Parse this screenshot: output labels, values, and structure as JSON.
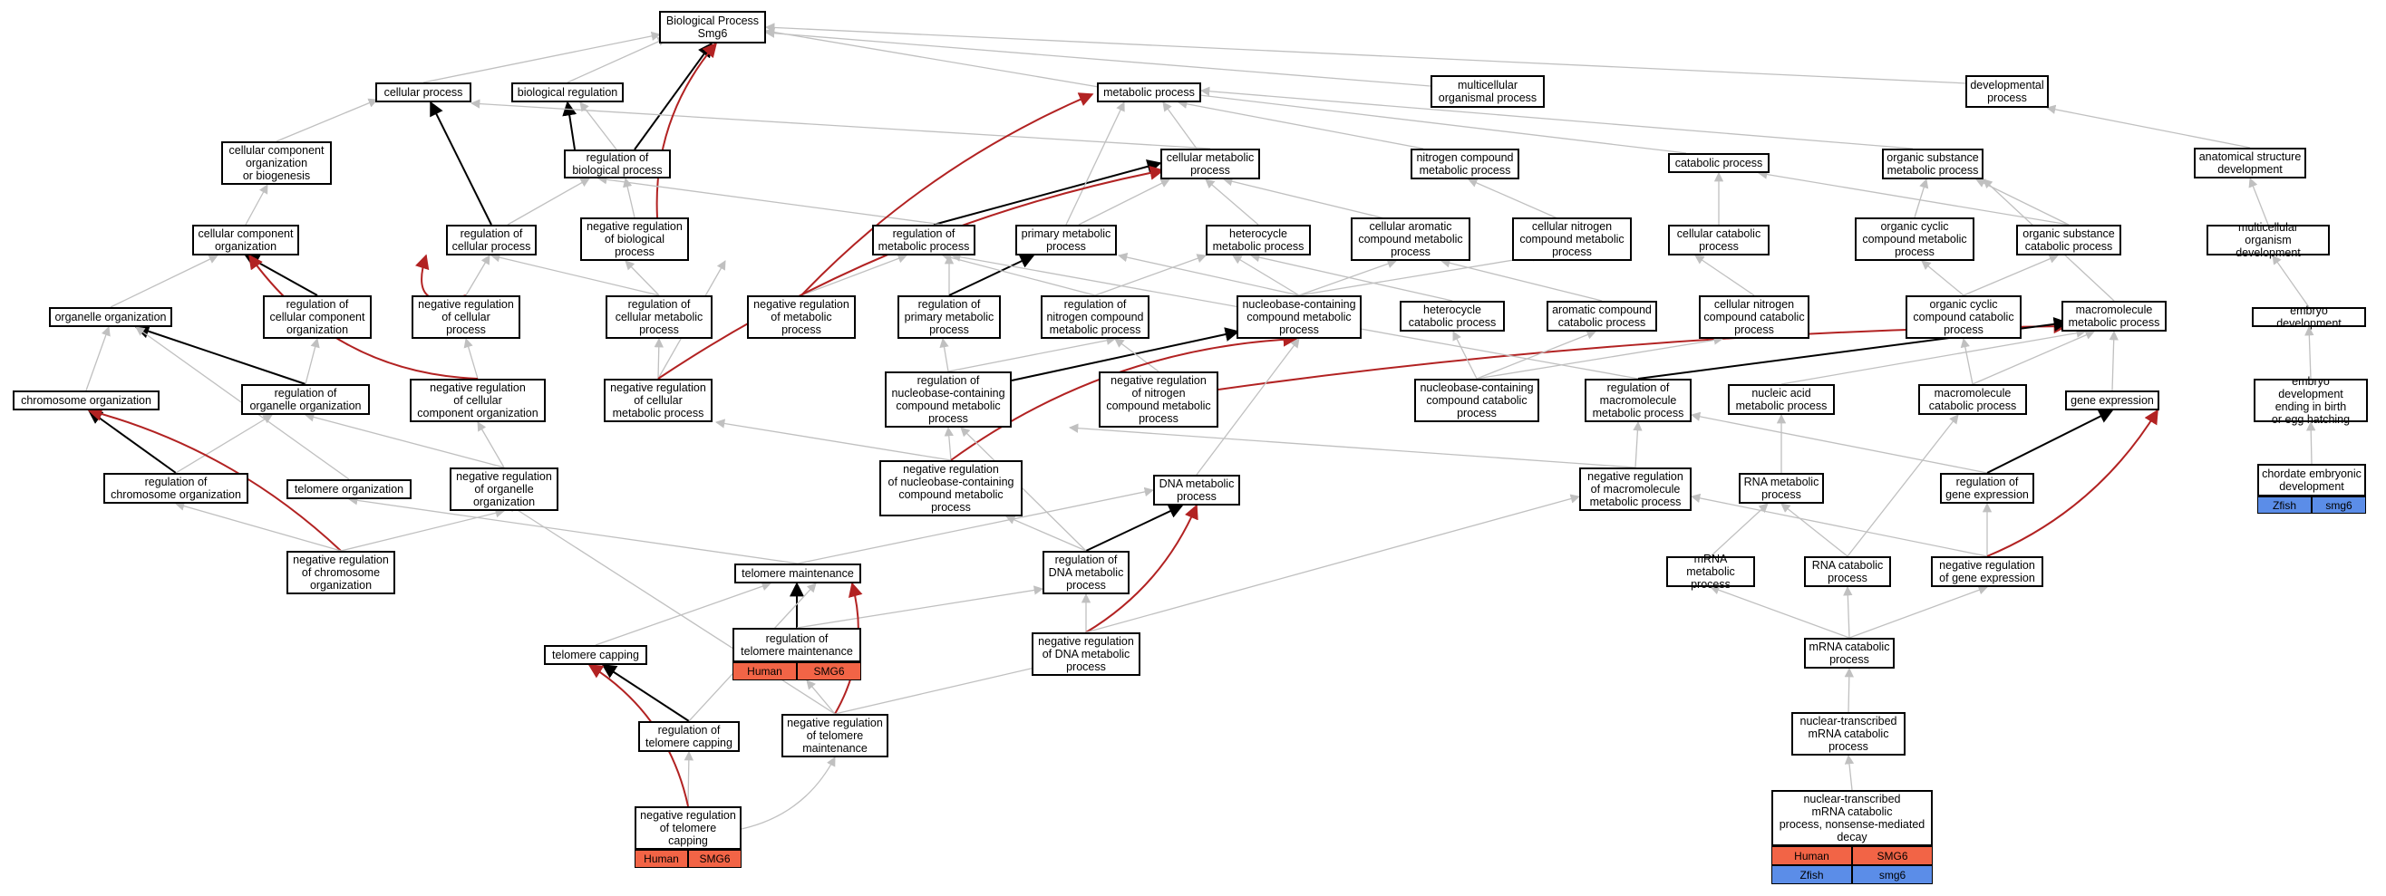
{
  "colors": {
    "edge_gray": "#c0c0c0",
    "edge_black": "#000000",
    "edge_red": "#b22222",
    "human": "#f26446",
    "zfish": "#5b8de8"
  },
  "nodes": {
    "bp": "Biological Process\nSmg6",
    "cellular_process": "cellular process",
    "biological_regulation": "biological regulation",
    "metabolic_process": "metabolic process",
    "multicellular_organismal_process": "multicellular\norganismal process",
    "developmental_process": "developmental\nprocess",
    "cc_org_biogenesis": "cellular component\norganization\nor biogenesis",
    "reg_biological_process": "regulation of\nbiological process",
    "cellular_metabolic_process": "cellular metabolic\nprocess",
    "nitrogen_compound_metabolic": "nitrogen compound\nmetabolic process",
    "catabolic_process": "catabolic process",
    "organic_substance_metabolic": "organic substance\nmetabolic process",
    "anatomical_structure_development": "anatomical structure\ndevelopment",
    "cc_organization": "cellular component\norganization",
    "reg_cellular_process": "regulation of\ncellular process",
    "neg_reg_biological_process": "negative regulation\nof biological\nprocess",
    "reg_metabolic_process": "regulation of\nmetabolic process",
    "primary_metabolic_process": "primary metabolic\nprocess",
    "heterocycle_metabolic": "heterocycle\nmetabolic process",
    "cellular_aromatic_compound_metabolic": "cellular aromatic\ncompound metabolic\nprocess",
    "cellular_nitrogen_compound_metabolic": "cellular nitrogen\ncompound metabolic\nprocess",
    "cellular_catabolic_process": "cellular catabolic\nprocess",
    "organic_cyclic_compound_metabolic": "organic cyclic\ncompound metabolic\nprocess",
    "organic_substance_catabolic": "organic substance\ncatabolic process",
    "multicellular_organism_development": "multicellular\norganism development",
    "organelle_organization": "organelle organization",
    "reg_cc_organization": "regulation of\ncellular component\norganization",
    "neg_reg_cellular_process": "negative regulation\nof cellular\nprocess",
    "reg_cellular_metabolic": "regulation of\ncellular metabolic\nprocess",
    "neg_reg_metabolic_process": "negative regulation\nof metabolic\nprocess",
    "reg_primary_metabolic": "regulation of\nprimary metabolic\nprocess",
    "reg_nitrogen_compound_metabolic": "regulation of\nnitrogen compound\nmetabolic process",
    "nucleobase_compound_metabolic": "nucleobase-containing\ncompound metabolic\nprocess",
    "heterocycle_catabolic": "heterocycle\ncatabolic process",
    "aromatic_compound_catabolic": "aromatic compound\ncatabolic process",
    "cellular_nitrogen_compound_catabolic": "cellular nitrogen\ncompound catabolic\nprocess",
    "organic_cyclic_compound_catabolic": "organic cyclic\ncompound catabolic\nprocess",
    "macromolecule_metabolic": "macromolecule\nmetabolic process",
    "embryo_development": "embryo development",
    "chromosome_organization": "chromosome organization",
    "reg_organelle_organization": "regulation of\norganelle organization",
    "neg_reg_cc_organization": "negative regulation\nof cellular\ncomponent organization",
    "neg_reg_cellular_metabolic": "negative regulation\nof cellular\nmetabolic process",
    "reg_nucleobase_compound_metabolic": "regulation of\nnucleobase-containing\ncompound metabolic\nprocess",
    "neg_reg_nitrogen_compound_metabolic": "negative regulation\nof nitrogen\ncompound metabolic\nprocess",
    "nucleobase_compound_catabolic": "nucleobase-containing\ncompound catabolic\nprocess",
    "reg_macromolecule_metabolic": "regulation of\nmacromolecule\nmetabolic process",
    "nucleic_acid_metabolic": "nucleic acid\nmetabolic process",
    "macromolecule_catabolic": "macromolecule\ncatabolic process",
    "gene_expression": "gene expression",
    "embryo_development_ending": "embryo development\nending in birth\nor egg hatching",
    "reg_chromosome_organization": "regulation of\nchromosome organization",
    "telomere_organization": "telomere organization",
    "neg_reg_organelle_organization": "negative regulation\nof organelle\norganization",
    "neg_reg_nucleobase_compound_metabolic": "negative regulation\nof nucleobase-containing\ncompound metabolic\nprocess",
    "dna_metabolic": "DNA metabolic\nprocess",
    "neg_reg_macromolecule_metabolic": "negative regulation\nof macromolecule\nmetabolic process",
    "rna_metabolic": "RNA metabolic\nprocess",
    "reg_gene_expression": "regulation of\ngene expression",
    "chordate_embryonic_development": "chordate embryonic\ndevelopment",
    "neg_reg_chromosome_organization": "negative regulation\nof chromosome\norganization",
    "telomere_maintenance": "telomere maintenance",
    "reg_dna_metabolic": "regulation of\nDNA metabolic\nprocess",
    "mrna_metabolic": "mRNA metabolic\nprocess",
    "rna_catabolic": "RNA catabolic\nprocess",
    "neg_reg_gene_expression": "negative regulation\nof gene expression",
    "telomere_capping": "telomere capping",
    "reg_telomere_maintenance": "regulation of\ntelomere maintenance",
    "neg_reg_dna_metabolic": "negative regulation\nof DNA metabolic\nprocess",
    "mrna_catabolic": "mRNA catabolic\nprocess",
    "reg_telomere_capping": "regulation of\ntelomere capping",
    "neg_reg_telomere_maintenance": "negative regulation\nof telomere\nmaintenance",
    "nuclear_mrna_catabolic": "nuclear-transcribed\nmRNA catabolic\nprocess",
    "neg_reg_telomere_capping": "negative regulation\nof telomere\ncapping",
    "nmd": "nuclear-transcribed\nmRNA catabolic\nprocess, nonsense-mediated\ndecay"
  },
  "annotations": {
    "chordate_embryonic_development": [
      {
        "species": "Zfish",
        "gene": "smg6"
      }
    ],
    "reg_telomere_maintenance": [
      {
        "species": "Human",
        "gene": "SMG6"
      }
    ],
    "neg_reg_telomere_capping": [
      {
        "species": "Human",
        "gene": "SMG6"
      }
    ],
    "nmd": [
      {
        "species": "Human",
        "gene": "SMG6"
      },
      {
        "species": "Zfish",
        "gene": "smg6"
      }
    ]
  }
}
